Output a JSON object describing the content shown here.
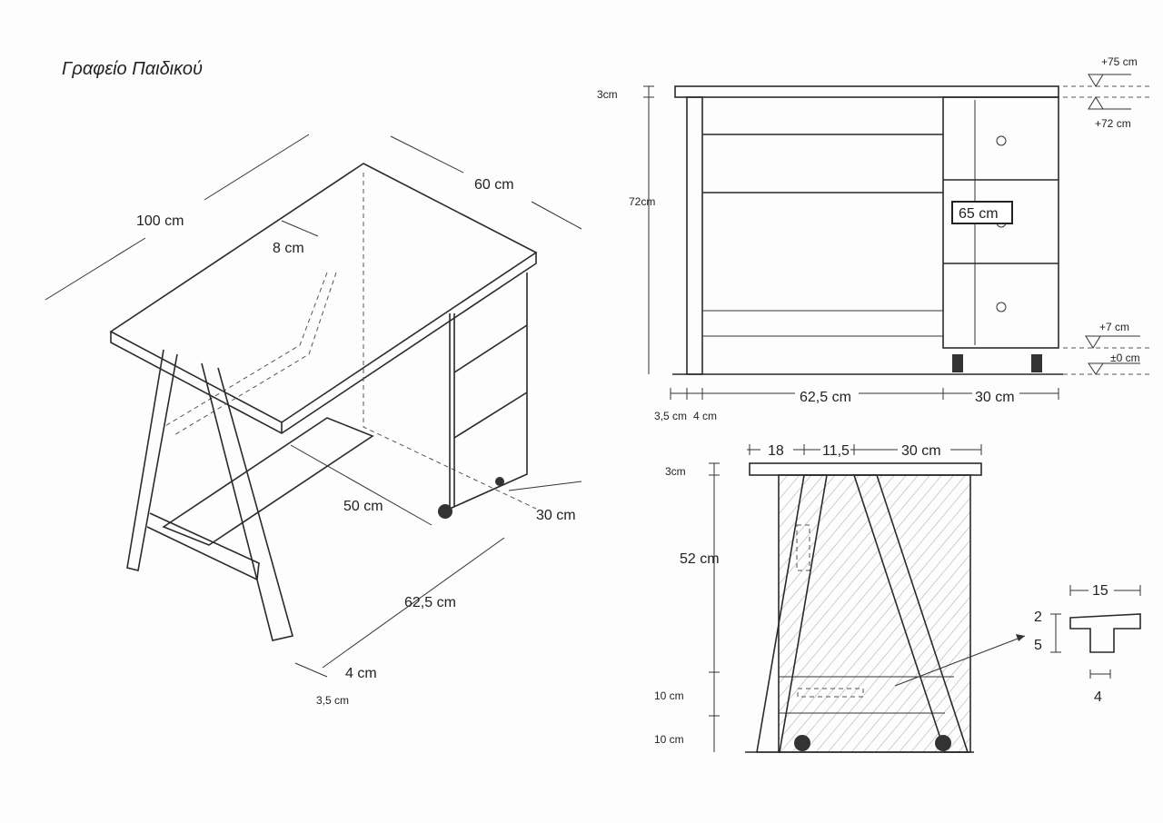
{
  "title": "Γραφείο Παιδικού",
  "iso_view": {
    "length": "100 cm",
    "depth": "60 cm",
    "top_overhang": "8 cm",
    "shelf": "50 cm",
    "pedestal_width": "30 cm",
    "span": "62,5 cm",
    "leg_width": "4 cm",
    "leg_depth": "3,5 cm"
  },
  "front_view": {
    "top_thickness": "3cm",
    "height": "72cm",
    "drawer_height": "65 cm",
    "level_top": "+75 cm",
    "level_under_top": "+72 cm",
    "level_wheels": "+7 cm",
    "level_ground": "±0 cm",
    "dim_leg_depth": "3,5 cm",
    "dim_leg_width": "4 cm",
    "dim_span": "62,5 cm",
    "dim_pedestal": "30 cm"
  },
  "side_view": {
    "dim_a": "18",
    "dim_b": "11,5",
    "dim_c": "30 cm",
    "top_thickness": "3cm",
    "height": "52 cm",
    "rail_height": "10 cm",
    "bottom_height": "10 cm"
  },
  "detail": {
    "width": "15",
    "top": "2",
    "stem": "5",
    "stem_width": "4"
  }
}
